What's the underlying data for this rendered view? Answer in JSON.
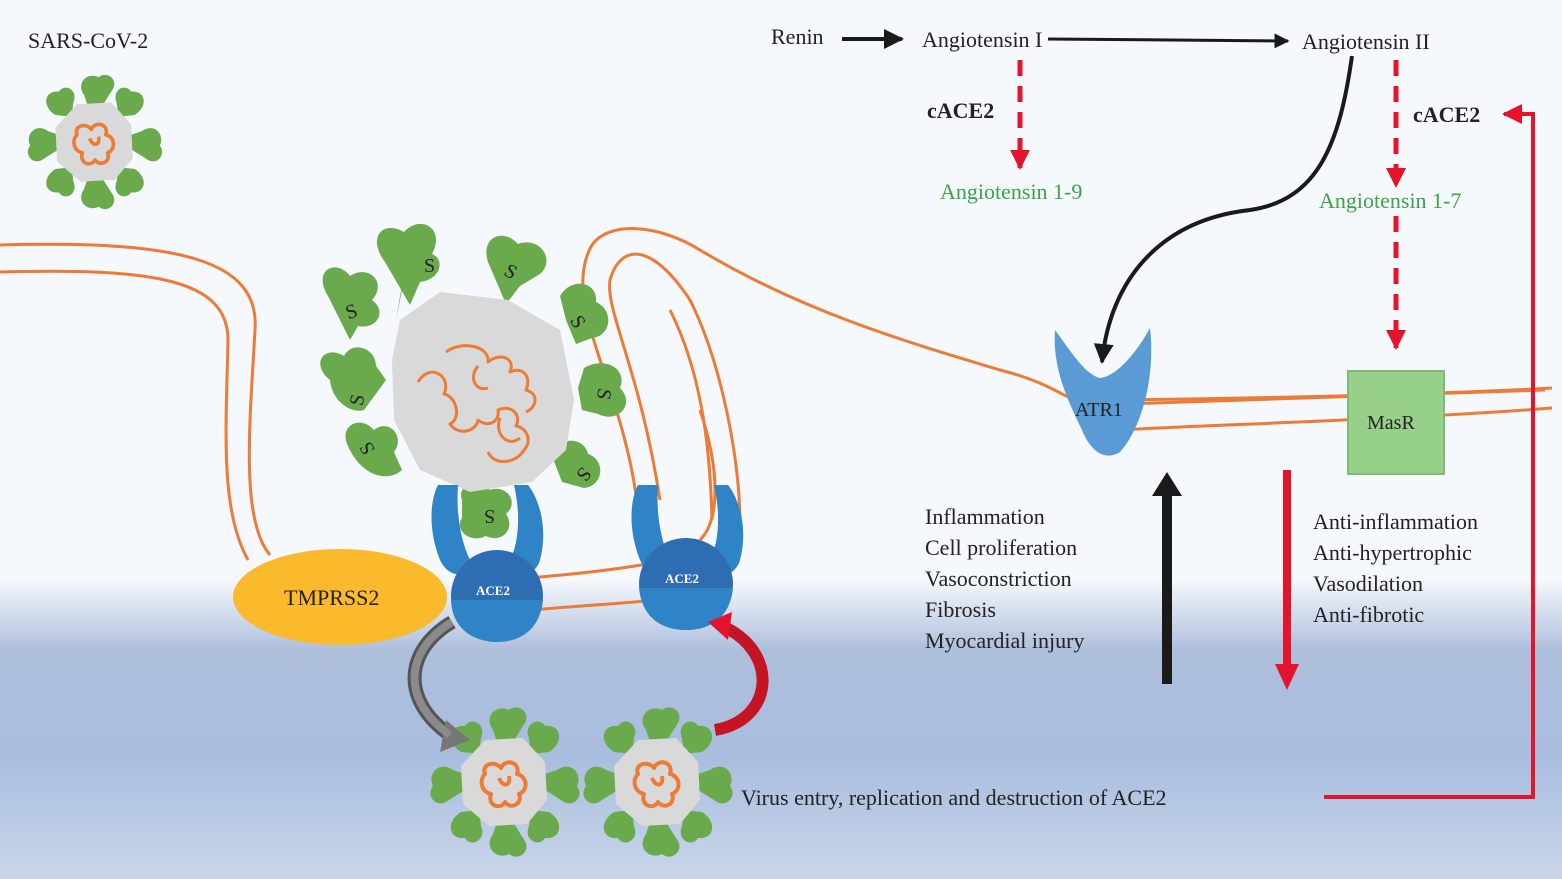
{
  "virus_label": "SARS-CoV-2",
  "raas": {
    "renin": "Renin",
    "angiotensin_i": "Angiotensin I",
    "angiotensin_ii": "Angiotensin II",
    "cace2_left": "cACE2",
    "cace2_right": "cACE2",
    "angiotensin_1_9": "Angiotensin 1-9",
    "angiotensin_1_7": "Angiotensin 1-7"
  },
  "receptors": {
    "atr1": "ATR1",
    "masr": "MasR",
    "tmprss2": "TMPRSS2",
    "ace2": "ACE2",
    "spike": "S"
  },
  "atr1_effects": [
    "Inflammation",
    "Cell proliferation",
    "Vasoconstriction",
    "Fibrosis",
    "Myocardial injury"
  ],
  "masr_effects": [
    "Anti-inflammation",
    "Anti-hypertrophic",
    "Vasodilation",
    "Anti-fibrotic"
  ],
  "virus_entry_text": "Virus entry, replication and destruction of ACE2",
  "colors": {
    "membrane": "#ee7b35",
    "spike": "#6aaa4c",
    "capsid": "#d9d9d9",
    "rna": "#ee7b35",
    "ace2": "#2e84c6",
    "ace2_dark": "#2f6db3",
    "tmprss2": "#fbb92c",
    "masr": "#97d08a",
    "atr1": "#5b9bd5",
    "red_arrow": "#e3142c",
    "black_arrow": "#1a1a1a",
    "green_text": "#3aa547"
  }
}
